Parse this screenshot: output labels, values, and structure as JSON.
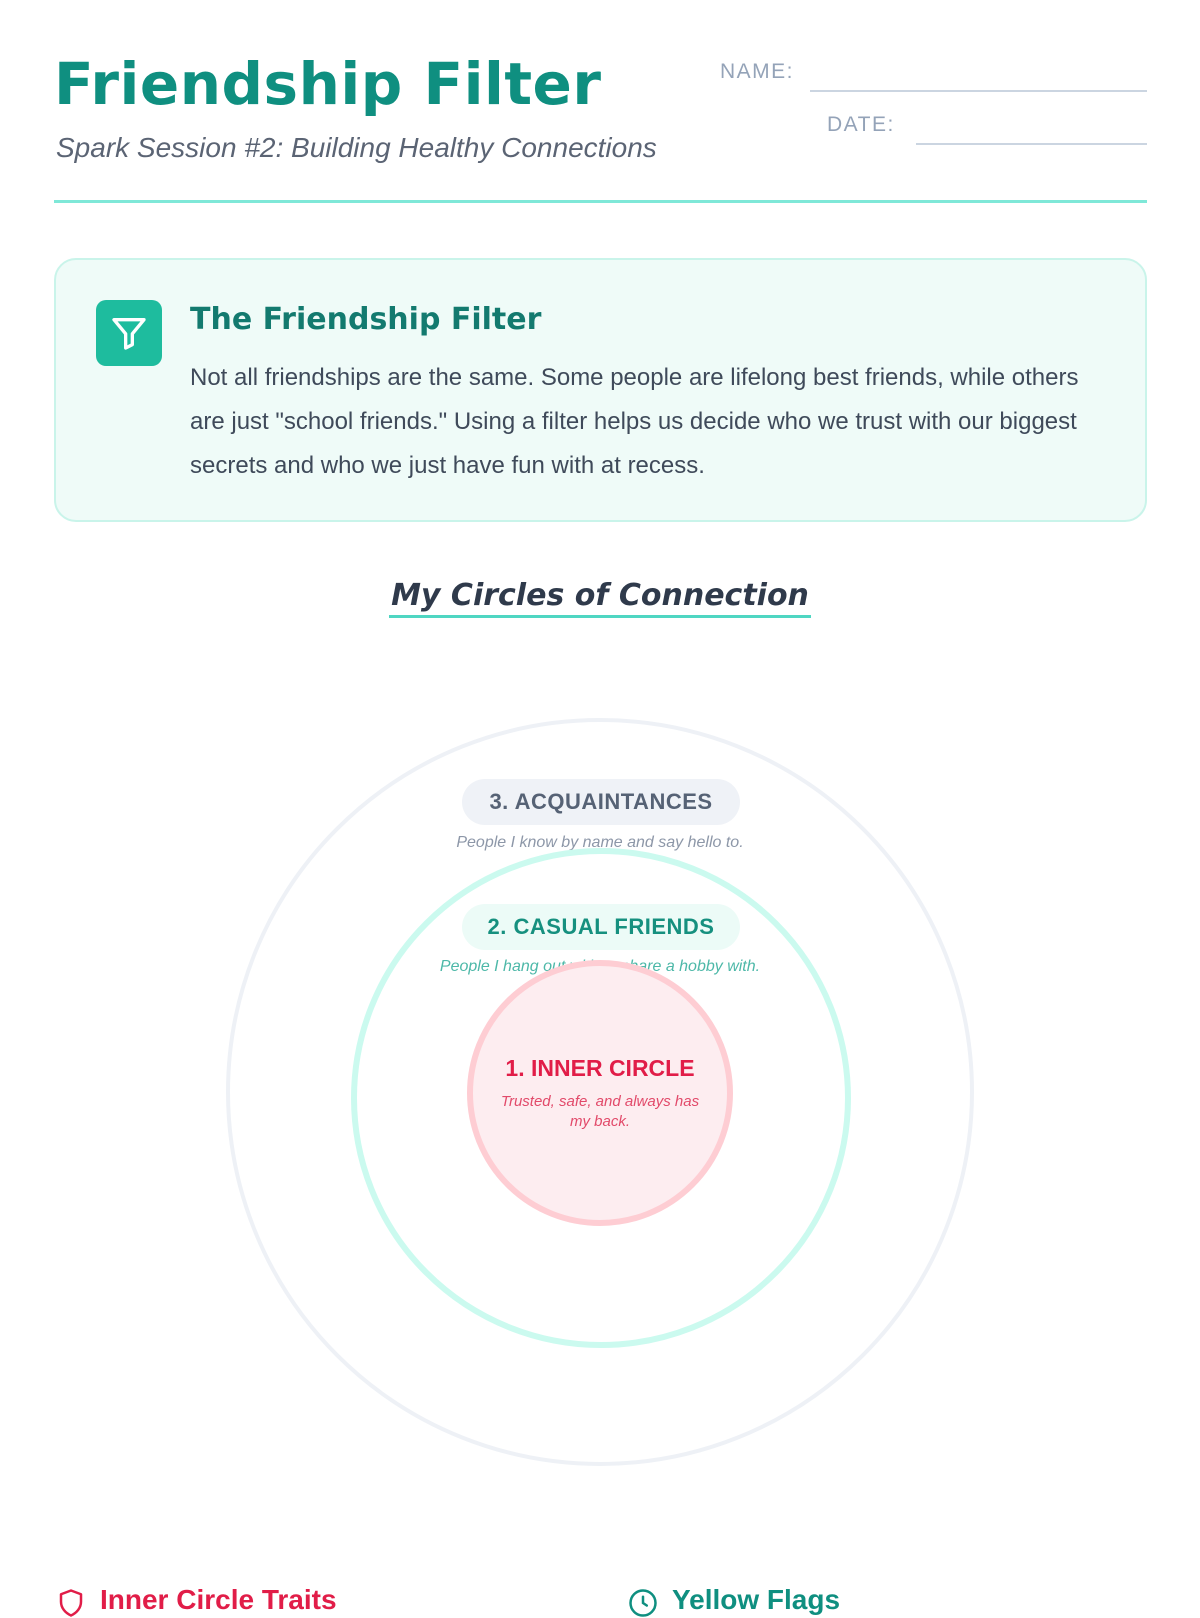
{
  "header": {
    "title": "Friendship Filter",
    "subtitle": "Spark Session #2: Building Healthy Connections",
    "name_label": "NAME:",
    "date_label": "DATE:"
  },
  "info": {
    "icon": "filter-icon",
    "title": "The Friendship Filter",
    "body": "Not all friendships are the same. Some people are lifelong best friends, while others are just \"school friends.\" Using a filter helps us decide who we trust with our biggest secrets and who we just have fun with at recess."
  },
  "circles": {
    "heading": "My Circles of Connection",
    "acquaintances": {
      "label": "3. ACQUAINTANCES",
      "note": "People I know by name and say hello to."
    },
    "casual": {
      "label": "2. CASUAL FRIENDS",
      "note": "People I hang out with or share a hobby with."
    },
    "inner": {
      "label": "1. INNER CIRCLE",
      "note": "Trusted, safe, and always has my back."
    }
  },
  "footer": {
    "left": {
      "icon": "shield-icon",
      "label": "Inner Circle Traits"
    },
    "right": {
      "icon": "clock-icon",
      "label": "Yellow Flags"
    }
  },
  "colors": {
    "teal_primary": "#0f8f80",
    "teal_accent": "#1ebc9e",
    "inner_red": "#e11d48",
    "slate": "#566275"
  }
}
